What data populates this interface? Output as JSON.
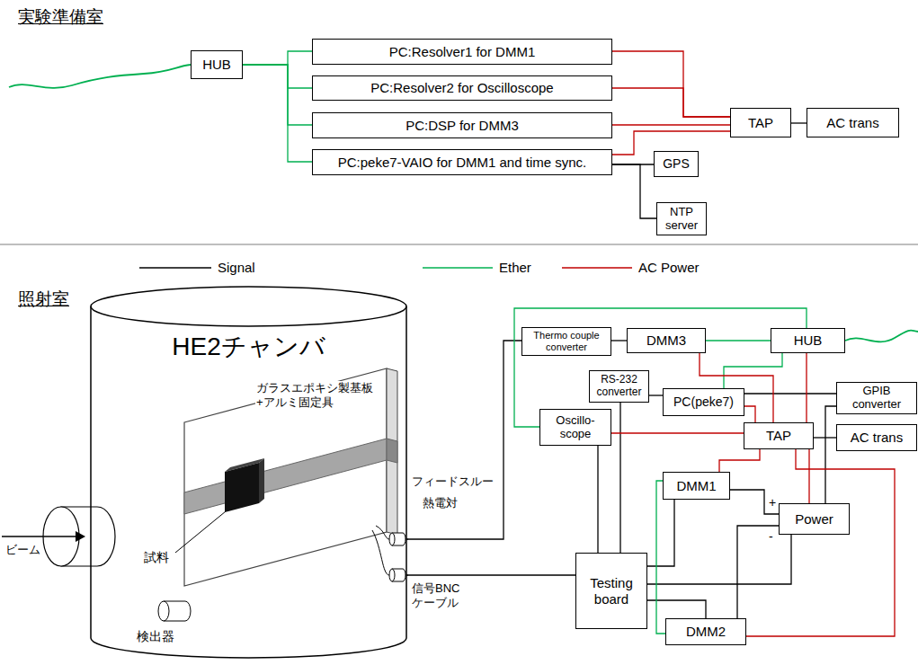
{
  "diagram": {
    "nodes": [
      {
        "text": [
          "HUB"
        ]
      },
      {
        "text": [
          "PC:Resolver1 for DMM1"
        ]
      },
      {
        "text": [
          "PC:Resolver2 for Oscilloscope"
        ]
      },
      {
        "text": [
          "PC:DSP for DMM3"
        ]
      },
      {
        "text": [
          "PC:peke7-VAIO for DMM1 and time sync."
        ]
      },
      {
        "text": [
          "TAP"
        ]
      },
      {
        "text": [
          "AC trans"
        ]
      },
      {
        "text": [
          "GPS"
        ]
      },
      {
        "text": [
          "NTP server"
        ]
      },
      {
        "text": [
          "HE2チャンバ"
        ]
      },
      {
        "text": [
          "Thermo couple converter"
        ]
      },
      {
        "text": [
          "DMM3"
        ]
      },
      {
        "text": [
          "HUB"
        ]
      },
      {
        "text": [
          "RS-232 converter"
        ]
      },
      {
        "text": [
          "PC(peke7)"
        ]
      },
      {
        "text": [
          "GPIB converter"
        ]
      },
      {
        "text": [
          "Oscillo- scope"
        ]
      },
      {
        "text": [
          "TAP"
        ]
      },
      {
        "text": [
          "AC trans"
        ]
      },
      {
        "text": [
          "DMM1"
        ]
      },
      {
        "text": [
          "Power"
        ]
      },
      {
        "text": [
          "Testing board"
        ]
      },
      {
        "text": [
          "DMM2"
        ]
      }
    ],
    "edges": [
      {
        "from": 0,
        "to": 1,
        "arrow": "none"
      },
      {
        "from": 0,
        "to": 2,
        "arrow": "none"
      },
      {
        "from": 0,
        "to": 3,
        "arrow": "none"
      },
      {
        "from": 0,
        "to": 4,
        "arrow": "none"
      },
      {
        "from": 1,
        "to": 5,
        "arrow": "none"
      },
      {
        "from": 2,
        "to": 5,
        "arrow": "none"
      },
      {
        "from": 3,
        "to": 5,
        "arrow": "none"
      },
      {
        "from": 4,
        "to": 5,
        "arrow": "none"
      },
      {
        "from": 5,
        "to": 6,
        "arrow": "none"
      },
      {
        "from": 4,
        "to": 7,
        "arrow": "none"
      },
      {
        "from": 4,
        "to": 8,
        "arrow": "none"
      },
      {
        "from": 9,
        "to": 10,
        "arrow": "none"
      },
      {
        "from": 9,
        "to": 21,
        "arrow": "none"
      },
      {
        "from": 10,
        "to": 11,
        "arrow": "none"
      },
      {
        "from": 11,
        "to": 12,
        "arrow": "none"
      },
      {
        "from": 12,
        "to": 14,
        "arrow": "none"
      },
      {
        "from": 16,
        "to": 12,
        "arrow": "none"
      },
      {
        "from": 13,
        "to": 14,
        "arrow": "none"
      },
      {
        "from": 13,
        "to": 21,
        "arrow": "none"
      },
      {
        "from": 16,
        "to": 21,
        "arrow": "none"
      },
      {
        "from": 15,
        "to": 14,
        "arrow": "none"
      },
      {
        "from": 15,
        "to": 20,
        "arrow": "none"
      },
      {
        "from": 12,
        "to": 17,
        "arrow": "none"
      },
      {
        "from": 14,
        "to": 17,
        "arrow": "none"
      },
      {
        "from": 11,
        "to": 17,
        "arrow": "none"
      },
      {
        "from": 16,
        "to": 17,
        "arrow": "none"
      },
      {
        "from": 19,
        "to": 17,
        "arrow": "none"
      },
      {
        "from": 20,
        "to": 17,
        "arrow": "none"
      },
      {
        "from": 22,
        "to": 17,
        "arrow": "none"
      },
      {
        "from": 17,
        "to": 18,
        "arrow": "none"
      },
      {
        "from": 21,
        "to": 19,
        "arrow": "none"
      },
      {
        "from": 21,
        "to": 22,
        "arrow": "none"
      },
      {
        "from": 21,
        "to": 20,
        "arrow": "none"
      },
      {
        "from": 19,
        "to": 20,
        "arrow": "none"
      },
      {
        "from": 20,
        "to": 22,
        "arrow": "none"
      },
      {
        "from": 19,
        "to": 22,
        "arrow": "none"
      }
    ],
    "labels": [
      "実験準備室",
      "照射室",
      "ビーム",
      "ガラスエポキシ製基板 +アルミ固定具",
      "試料",
      "検出器",
      "フィードスルー",
      "熱電対",
      "信号BNC ケーブル",
      "+",
      "-"
    ],
    "legend": [
      {
        "text": "Signal"
      },
      {
        "text": "Ether"
      },
      {
        "text": "AC Power"
      }
    ]
  }
}
